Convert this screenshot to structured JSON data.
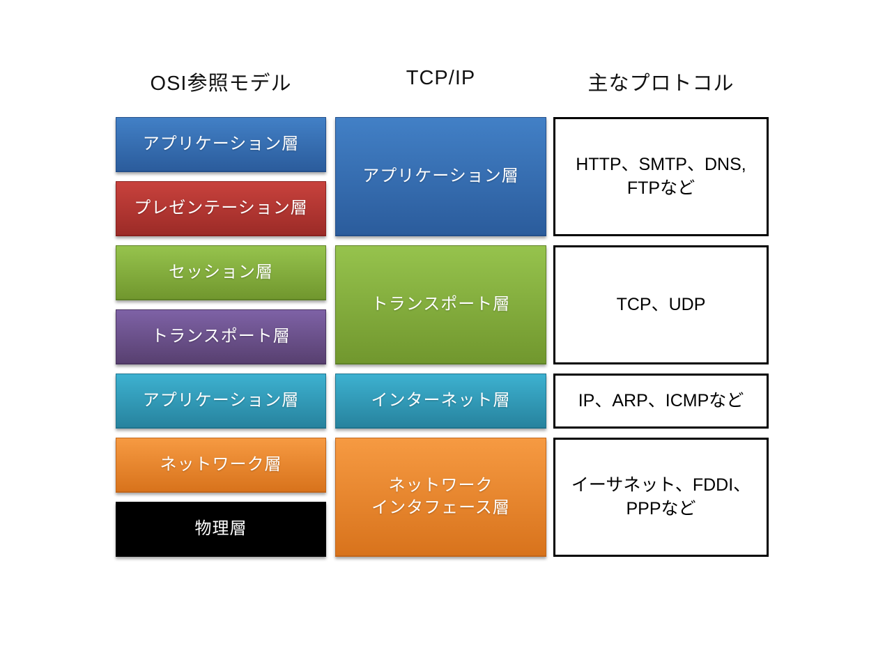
{
  "headers": {
    "osi": "OSI参照モデル",
    "tcpip": "TCP/IP",
    "protocols": "主なプロトコル"
  },
  "colors": {
    "blue": {
      "top": "#4280c6",
      "bottom": "#2b5c9c",
      "edge": "#234f8b"
    },
    "red": {
      "top": "#c8423d",
      "bottom": "#9c2b27",
      "edge": "#8a211e"
    },
    "green": {
      "top": "#96c34d",
      "bottom": "#71972e",
      "edge": "#5f8226"
    },
    "purple": {
      "top": "#7e62a6",
      "bottom": "#584070",
      "edge": "#4c3662"
    },
    "teal": {
      "top": "#3db1d0",
      "bottom": "#27839e",
      "edge": "#1f748e"
    },
    "orange": {
      "top": "#f69a42",
      "bottom": "#d8731c",
      "edge": "#c2661a"
    },
    "black": {
      "top": "#000000",
      "bottom": "#000000",
      "edge": "#000000"
    }
  },
  "osi": {
    "layers": [
      {
        "label": "アプリケーション層",
        "color": "blue"
      },
      {
        "label": "プレゼンテーション層",
        "color": "red"
      },
      {
        "label": "セッション層",
        "color": "green"
      },
      {
        "label": "トランスポート層",
        "color": "purple"
      },
      {
        "label": "アプリケーション層",
        "color": "teal"
      },
      {
        "label": "ネットワーク層",
        "color": "orange"
      },
      {
        "label": "物理層",
        "color": "black"
      }
    ]
  },
  "tcpip": {
    "layers": [
      {
        "label": "アプリケーション層",
        "color": "blue"
      },
      {
        "label": "トランスポート層",
        "color": "green"
      },
      {
        "label": "インターネット層",
        "color": "teal"
      },
      {
        "label": "ネットワーク\nインタフェース層",
        "color": "orange"
      }
    ]
  },
  "protocols": {
    "boxes": [
      {
        "text": "HTTP、SMTP、DNS,\nFTPなど"
      },
      {
        "text": "TCP、UDP"
      },
      {
        "text": "IP、ARP、ICMPなど"
      },
      {
        "text": "イーサネット、FDDI、\nPPPなど"
      }
    ]
  }
}
